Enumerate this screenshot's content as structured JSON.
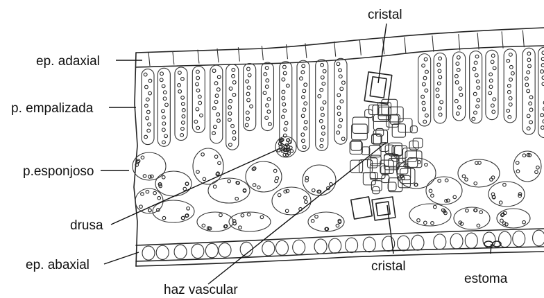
{
  "labels": {
    "ep_adaxial": "ep. adaxial",
    "p_empalizada": "p. empalizada",
    "p_esponjoso": "p.esponjoso",
    "drusa": "drusa",
    "ep_abaxial": "ep. abaxial",
    "haz_vascular": "haz vascular",
    "cristal_top": "cristal",
    "cristal_bottom": "cristal",
    "estoma": "estoma"
  }
}
